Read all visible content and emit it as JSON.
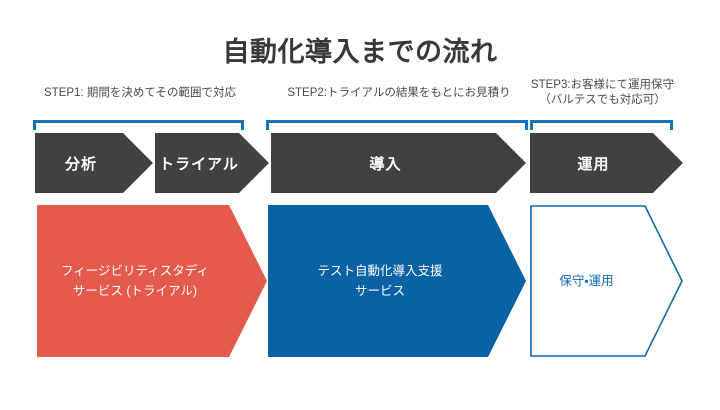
{
  "title": "自動化導入までの流れ",
  "steps": [
    {
      "id": "step1",
      "caption_line1": "STEP1: 期間を決めてその範囲で対応",
      "caption_line2": ""
    },
    {
      "id": "step2",
      "caption_line1": "STEP2:トライアルの結果をもとにお見積り",
      "caption_line2": ""
    },
    {
      "id": "step3",
      "caption_line1": "STEP3:お客様にて運用保守",
      "caption_line2": "（バルテスでも対応可）"
    }
  ],
  "phases": [
    {
      "id": "analysis",
      "label": "分析"
    },
    {
      "id": "trial",
      "label": "トライアル"
    },
    {
      "id": "introduction",
      "label": "導入"
    },
    {
      "id": "operation",
      "label": "運用"
    }
  ],
  "services": [
    {
      "id": "feasibility-study",
      "line1": "フィージビリティスタディ",
      "line2": "サービス (トライアル)"
    },
    {
      "id": "introduction-support",
      "line1": "テスト自動化導入支援",
      "line2": "サービス"
    },
    {
      "id": "maintenance",
      "line1": "保守・運用",
      "line2": ""
    }
  ],
  "colors": {
    "title_text": "#3a3739",
    "chevron_dark": "#434041",
    "accent_blue": "#1573bd",
    "service_red": "#e45a4c",
    "service_blue": "#0a62a5",
    "maintenance_outline": "#1169ab",
    "maintenance_text": "#1169ab",
    "background": "#ffffff"
  }
}
